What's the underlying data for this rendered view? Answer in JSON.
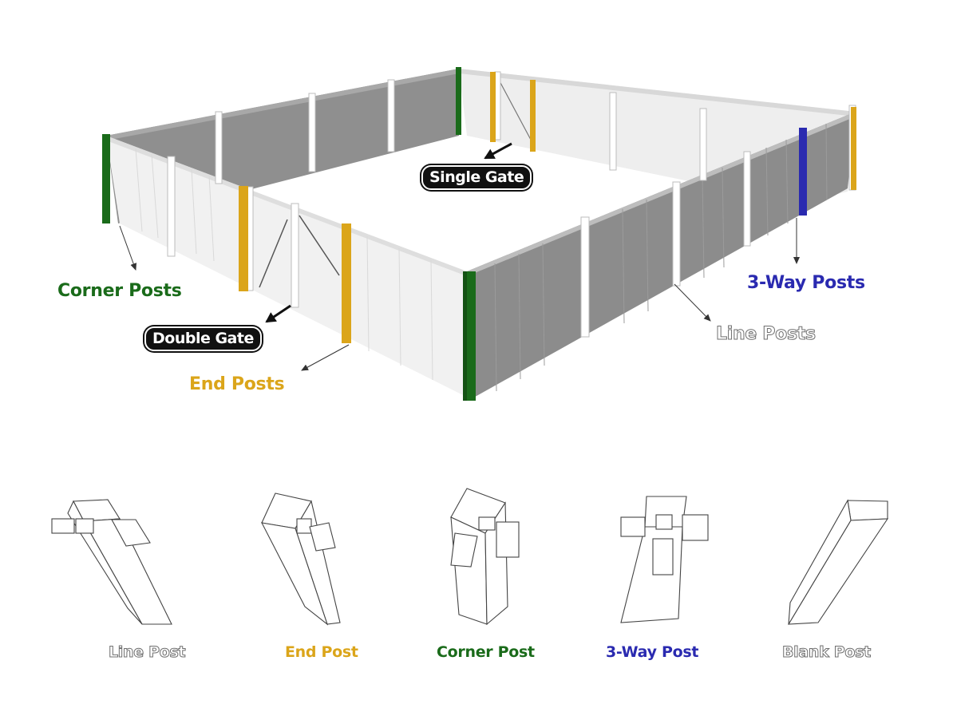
{
  "colors": {
    "corner": "#1a6b1a",
    "end": "#dba51a",
    "three_way": "#2a2ab0",
    "line": "#ffffff",
    "blank": "#ffffff",
    "gate_label_bg": "#111111"
  },
  "callouts": {
    "single_gate": "Single Gate",
    "double_gate": "Double Gate",
    "corner_posts": "Corner Posts",
    "end_posts": "End Posts",
    "three_way_posts": "3-Way Posts",
    "line_posts": "Line Posts"
  },
  "post_types": [
    {
      "label": "Line Post",
      "color": "#ffffff"
    },
    {
      "label": "End Post",
      "color": "#dba51a"
    },
    {
      "label": "Corner Post",
      "color": "#1a6b1a"
    },
    {
      "label": "3-Way Post",
      "color": "#2a2ab0"
    },
    {
      "label": "Blank Post",
      "color": "#ffffff"
    }
  ]
}
